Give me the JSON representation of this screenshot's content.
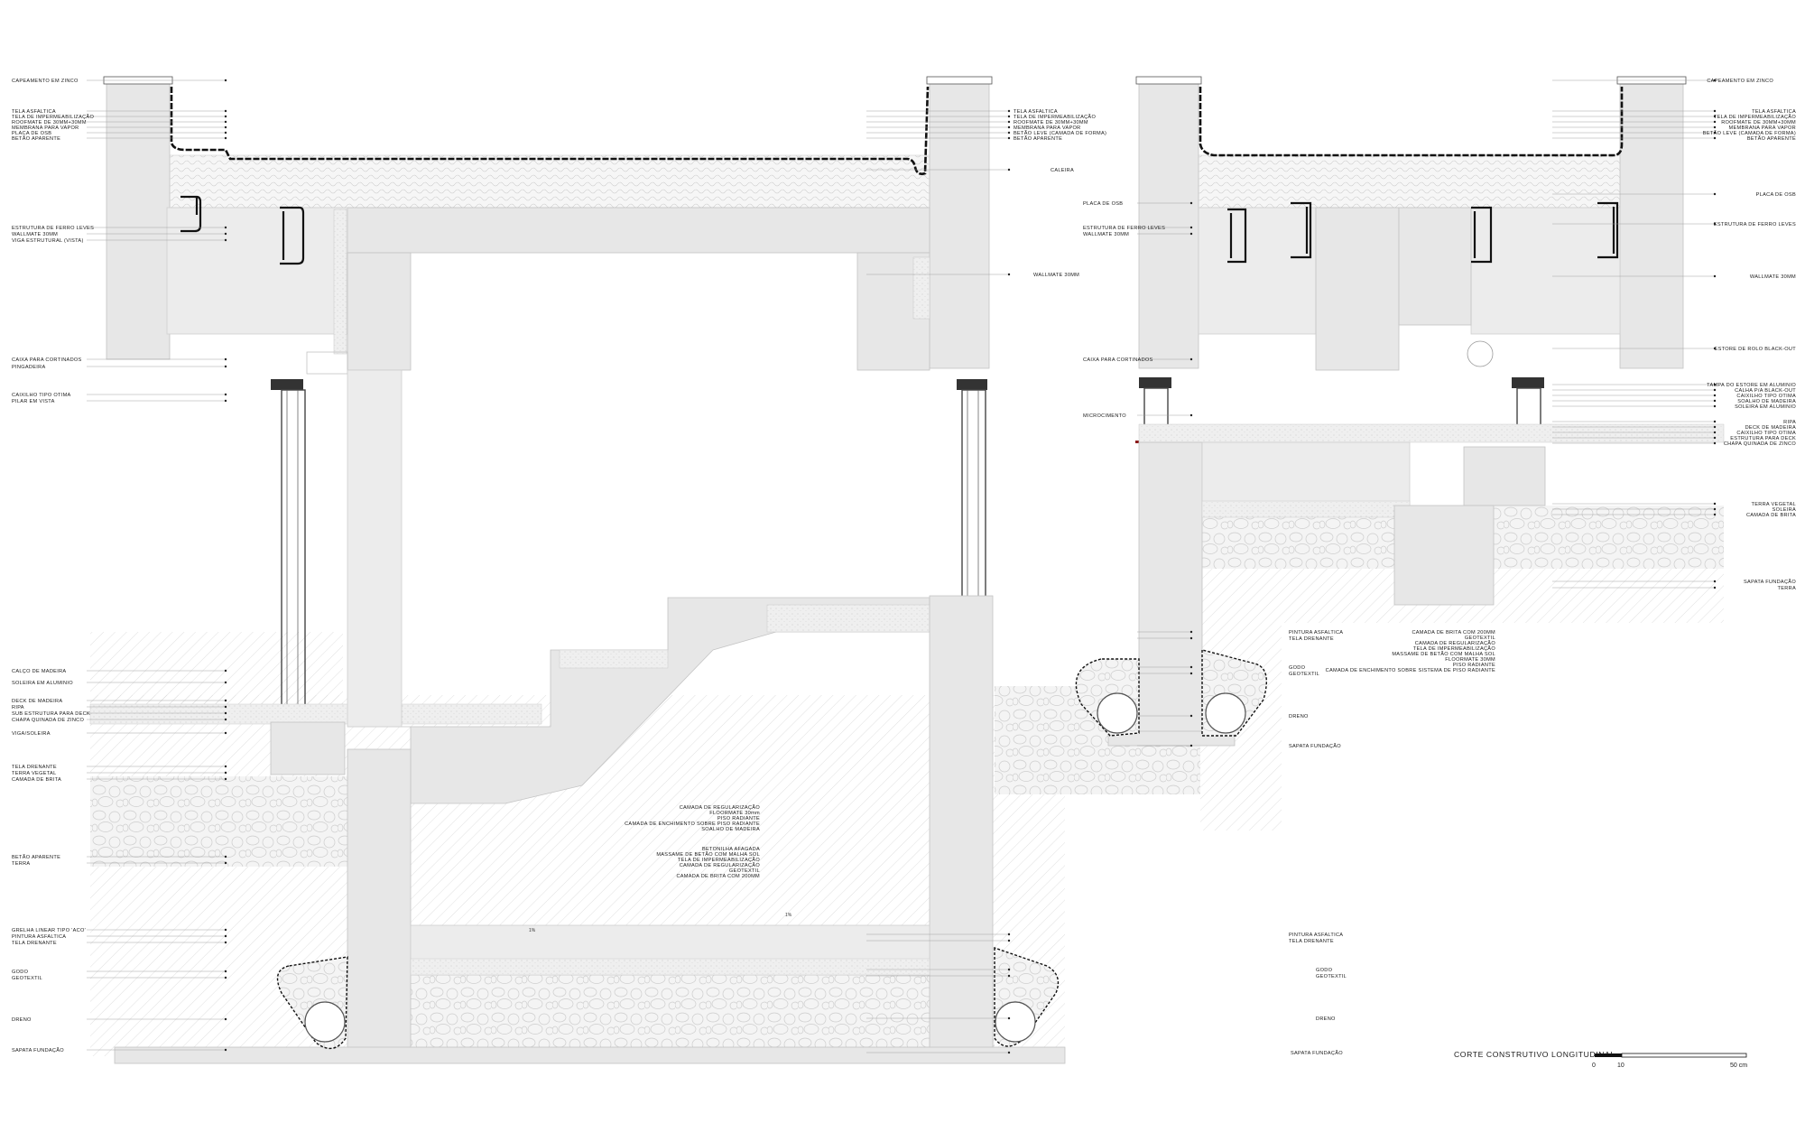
{
  "title": "CORTE CONSTRUTIVO LONGITUDINAL",
  "scale_bar": {
    "labels": [
      "0",
      "10",
      "50 cm"
    ]
  },
  "slopes": [
    "1%",
    "1%"
  ],
  "labels_left": [
    "CAPEAMENTO EM ZINCO",
    "TELA ASFALTICA",
    "TELA DE IMPERMEABILIZAÇÃO",
    "ROOFMATE DE 30MM+30MM",
    "MEMBRANA PARA VAPOR",
    "PLACA DE OSB",
    "BETÃO APARENTE",
    "ESTRUTURA DE FERRO LEVES",
    "WALLMATE 30MM",
    "VIGA ESTRUTURAL (VISTA)",
    "CAIXA PARA CORTINADOS",
    "PINGADEIRA",
    "CAIXILHO TIPO OTIMA",
    "PILAR EM VISTA",
    "CALÇO DE MADEIRA",
    "SOLEIRA EM ALUMINIO",
    "DECK DE MADEIRA",
    "RIPA",
    "SUB ESTRUTURA PARA DECK",
    "CHAPA QUINADA DE ZINCO",
    "VIGA/SOLEIRA",
    "TELA DRENANTE",
    "TERRA VEGETAL",
    "CAMADA DE BRITA",
    "BETÃO APARENTE",
    "TERRA",
    "GRELHA LINEAR TIPO 'ACO'",
    "PINTURA ASFALTICA",
    "TELA DRENANTE",
    "GODO",
    "GEOTEXTIL",
    "DRENO",
    "SAPATA FUNDAÇÃO"
  ],
  "labels_mid_right": [
    "TELA ASFALTICA",
    "TELA DE IMPERMEABILIZAÇÃO",
    "ROOFMATE DE 30MM+30MM",
    "MEMBRANA PARA VAPOR",
    "BETÃO LEVE (CAMADA DE FORMA)",
    "BETÃO APARENTE",
    "CALEIRA",
    "WALLMATE 30MM",
    "PINTURA ASFALTICA",
    "TELA DRENANTE",
    "GODO",
    "GEOTEXTIL",
    "DRENO",
    "SAPATA FUNDAÇÃO"
  ],
  "labels_center_a": [
    "CAMADA DE REGULARIZAÇÃO",
    "FLOORMATE 30mm",
    "PISO RADIANTE",
    "CAMADA DE ENCHIMENTO SOBRE PISO RADIANTE",
    "SOALHO DE MADEIRA"
  ],
  "labels_center_b": [
    "BETONILHA AFAGADA",
    "MASSAME DE BETÃO COM MALHA SOL",
    "TELA DE IMPERMEABILIZAÇÃO",
    "CAMADA DE REGULARIZAÇÃO",
    "GEOTEXTIL",
    "CAMADA DE BRITA COM 200MM"
  ],
  "labels_second_left": [
    "PLACA DE OSB",
    "ESTRUTURA DE FERRO LEVES",
    "WALLMATE 30MM",
    "CAIXA PARA CORTINADOS",
    "MICROCIMENTO",
    "PINTURA ASFALTICA",
    "TELA DRENANTE",
    "GODO",
    "GEOTEXTIL",
    "DRENO",
    "SAPATA FUNDAÇÃO"
  ],
  "labels_second_center": [
    "CAMADA DE BRITA COM 200MM",
    "GEOTEXTIL",
    "CAMADA DE REGULARIZAÇÃO",
    "TELA DE IMPERMEABILIZAÇÃO",
    "MASSAME DE BETÃO COM MALHA SOL",
    "FLOORMATE 30MM",
    "PISO RADIANTE",
    "CAMADA DE ENCHIMENTO SOBRE SISTEMA DE PISO RADIANTE"
  ],
  "labels_right": [
    "CAPEAMENTO EM ZINCO",
    "TELA ASFALTICA",
    "TELA DE IMPERMEABILIZAÇÃO",
    "ROOFMATE DE 30MM+30MM",
    "MEMBRANA PARA VAPOR",
    "BETÃO LEVE (CAMADA DE FORMA)",
    "BETÃO APARENTE",
    "PLACA DE OSB",
    "ESTRUTURA DE FERRO LEVES",
    "WALLMATE 30MM",
    "ESTORE DE ROLO BLACK-OUT",
    "TAMPA DO ESTORE EM ALUMINIO",
    "CALHA P/A BLACK-OUT",
    "CAIXILHO TIPO OTIMA",
    "SOALHO DE MADEIRA",
    "SOLEIRA EM ALUMINIO",
    "RIPA",
    "DECK DE MADEIRA",
    "CAIXILHO TIPO OTIMA",
    "ESTRUTURA PARA DECK",
    "CHAPA QUINADA DE ZINCO",
    "TERRA VEGETAL",
    "SOLEIRA",
    "CAMADA DE BRITA",
    "SAPATA FUNDAÇÃO",
    "TERRA"
  ]
}
